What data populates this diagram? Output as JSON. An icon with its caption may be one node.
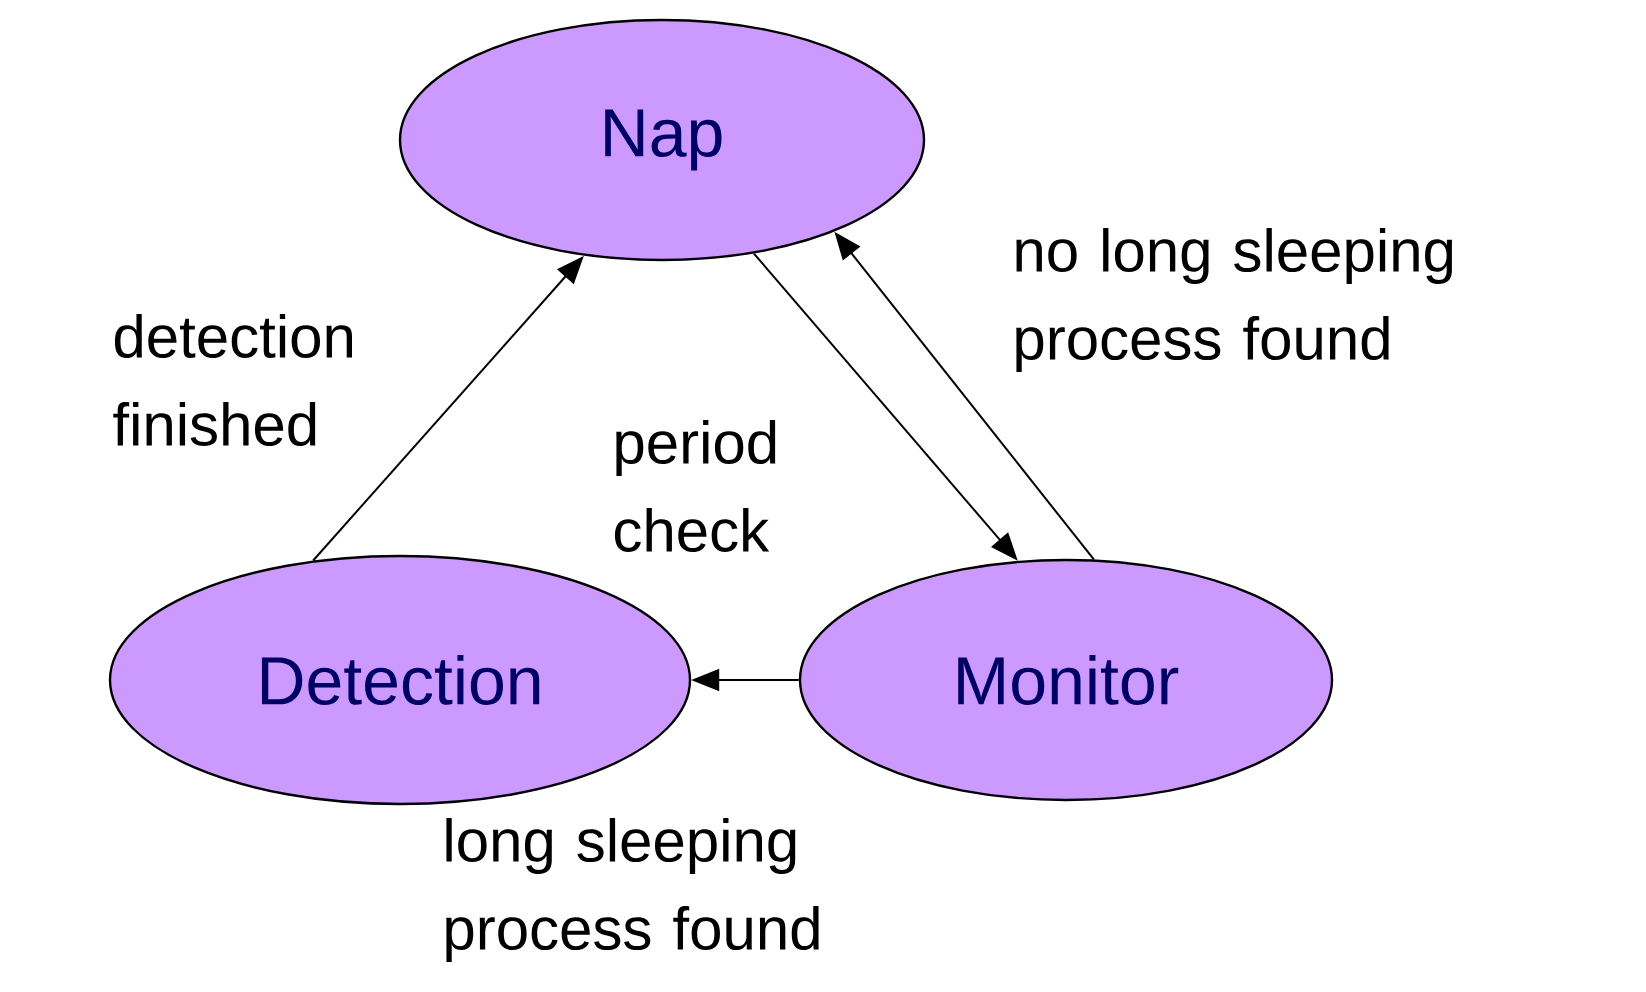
{
  "diagram": {
    "nodes": [
      {
        "text": [
          "Nap"
        ]
      },
      {
        "text": [
          "Detection"
        ]
      },
      {
        "text": [
          "Monitor"
        ]
      }
    ],
    "edges": [
      {
        "from": 1,
        "to": 0,
        "arrow": "to",
        "label": "detection finished"
      },
      {
        "from": 0,
        "to": 2,
        "arrow": "to",
        "label": "period check"
      },
      {
        "from": 2,
        "to": 0,
        "arrow": "to",
        "label": "no long sleeping process found"
      },
      {
        "from": 2,
        "to": 1,
        "arrow": "to",
        "label": "long sleeping process found"
      }
    ]
  }
}
